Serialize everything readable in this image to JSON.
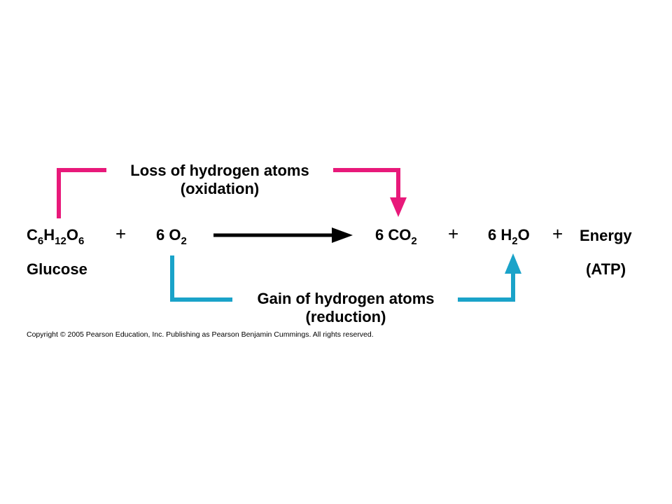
{
  "colors": {
    "oxidation": "#e8197a",
    "reduction": "#1aa3c9",
    "reaction_arrow": "#000000"
  },
  "oxidation_label": {
    "line1": "Loss of hydrogen atoms",
    "line2": "(oxidation)"
  },
  "reduction_label": {
    "line1": "Gain of hydrogen atoms",
    "line2": "(reduction)"
  },
  "equation": {
    "glucose": {
      "c": "C",
      "c_sub": "6",
      "h": "H",
      "h_sub": "12",
      "o": "O",
      "o_sub": "6"
    },
    "plus1": "+",
    "oxygen": {
      "coef": "6 O",
      "sub": "2"
    },
    "co2": {
      "coef": "6 CO",
      "sub": "2"
    },
    "plus2": "+",
    "water": {
      "coef": "6 H",
      "sub": "2",
      "rest": "O"
    },
    "plus3": "+",
    "energy": "Energy"
  },
  "captions": {
    "glucose": "Glucose",
    "atp": "(ATP)"
  },
  "copyright": "Copyright © 2005 Pearson Education, Inc. Publishing as Pearson Benjamin Cummings. All rights reserved."
}
